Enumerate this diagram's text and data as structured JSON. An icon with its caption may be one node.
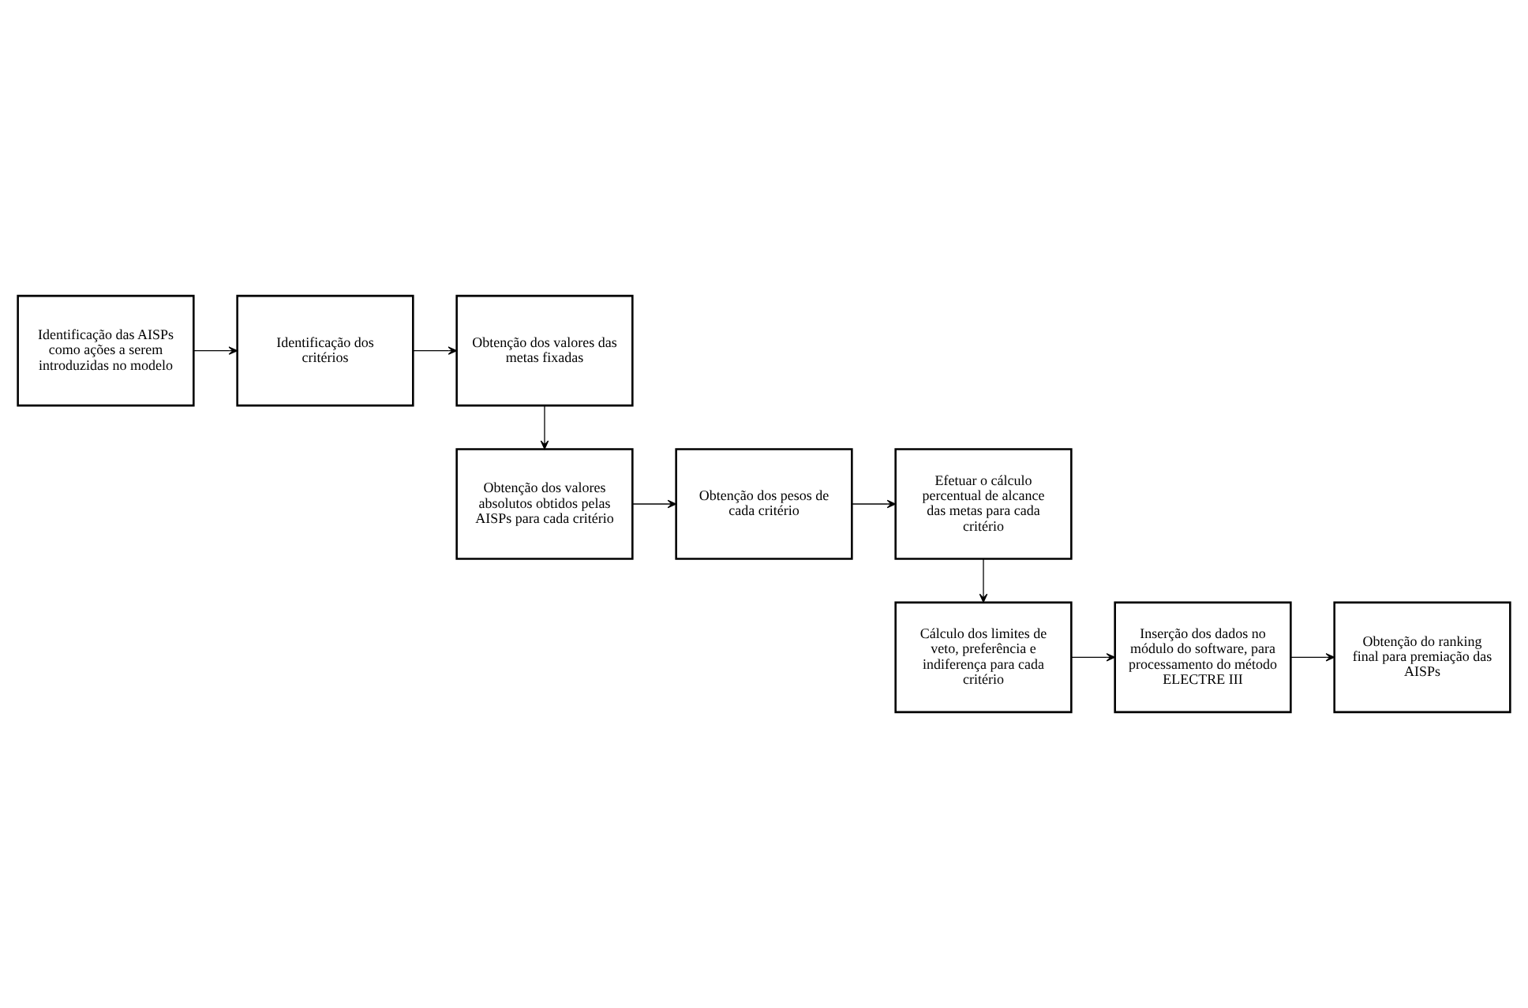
{
  "diagram": {
    "nodes": [
      {
        "text": [
          "Identificação das AISPs como ações a serem introduzidas no modelo"
        ]
      },
      {
        "text": [
          "Identificação dos critérios"
        ]
      },
      {
        "text": [
          "Obtenção dos valores das metas fixadas"
        ]
      },
      {
        "text": [
          "Obtenção dos valores absolutos obtidos pelas AISPs para cada critério"
        ]
      },
      {
        "text": [
          "Obtenção dos pesos de cada critério"
        ]
      },
      {
        "text": [
          "Efetuar o cálculo percentual de alcance das metas para cada critério"
        ]
      },
      {
        "text": [
          "Cálculo dos limites de veto, preferência e indiferença para cada critério"
        ]
      },
      {
        "text": [
          "Inserção dos dados no módulo do software, para processamento do método ELECTRE III"
        ]
      },
      {
        "text": [
          "Obtenção do ranking final para premiação das AISPs"
        ]
      }
    ],
    "edges": [
      {
        "from": 0,
        "to": 1,
        "arrow": "to"
      },
      {
        "from": 1,
        "to": 2,
        "arrow": "to"
      },
      {
        "from": 2,
        "to": 3,
        "arrow": "to"
      },
      {
        "from": 3,
        "to": 4,
        "arrow": "to"
      },
      {
        "from": 4,
        "to": 5,
        "arrow": "to"
      },
      {
        "from": 5,
        "to": 6,
        "arrow": "to"
      },
      {
        "from": 6,
        "to": 7,
        "arrow": "to"
      },
      {
        "from": 7,
        "to": 8,
        "arrow": "to"
      }
    ]
  }
}
